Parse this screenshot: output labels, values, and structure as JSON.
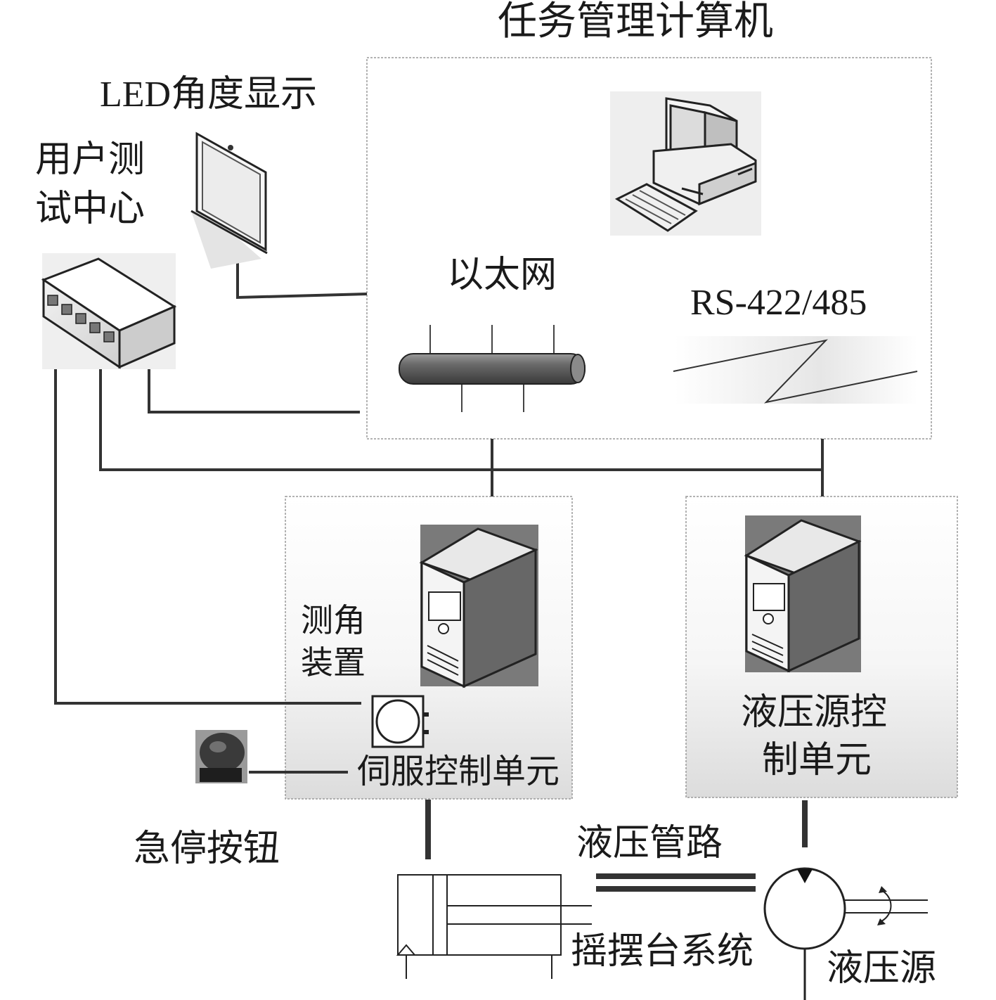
{
  "labels": {
    "mission_computer": "任务管理计算机",
    "led_display": "LED角度显示",
    "user_center_line1": "用户测",
    "user_center_line2": "试中心",
    "ethernet": "以太网",
    "rs422": "RS-422/485",
    "angle_device_line1": "测角",
    "angle_device_line2": "装置",
    "servo_unit": "伺服控制单元",
    "hydraulic_ctrl_line1": "液压源控",
    "hydraulic_ctrl_line2": "制单元",
    "estop": "急停按钮",
    "hydraulic_pipe": "液压管路",
    "swing_table": "摇摆台系统",
    "hydraulic_source": "液压源"
  },
  "colors": {
    "line": "#333333",
    "box_border": "#9a9a9a",
    "box_fill_top": "#ffffff",
    "box_fill_gradient": "#e2e2e2",
    "device_dark": "#6e6e6e",
    "device_light": "#d8d8d8"
  },
  "icons": [
    "desktop-computer-icon",
    "projector-screen-icon",
    "network-switch-icon",
    "server-tower-icon",
    "angle-sensor-icon",
    "emergency-stop-icon",
    "ethernet-bus-icon",
    "serial-link-icon",
    "hydraulic-cylinder-icon",
    "hydraulic-pump-icon"
  ]
}
